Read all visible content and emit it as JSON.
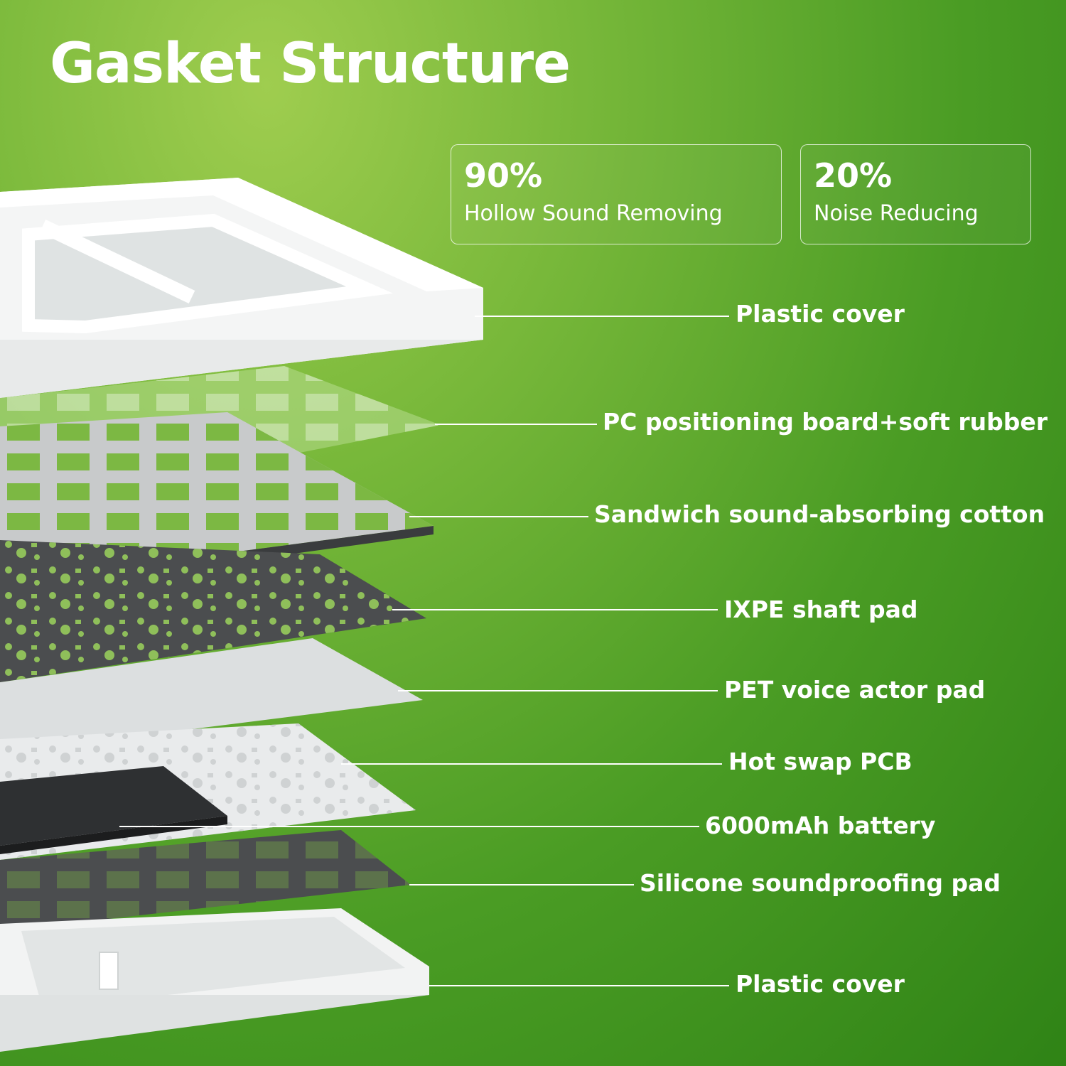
{
  "header": {
    "title": "Gasket Structure"
  },
  "stats": [
    {
      "value": "90%",
      "label": "Hollow Sound Removing"
    },
    {
      "value": "20%",
      "label": "Noise Reducing"
    }
  ],
  "layers": [
    {
      "label": "Plastic cover"
    },
    {
      "label": "PC positioning board+soft rubber"
    },
    {
      "label": "Sandwich sound-absorbing cotton"
    },
    {
      "label": "IXPE shaft pad"
    },
    {
      "label": "PET voice actor pad"
    },
    {
      "label": "Hot swap PCB"
    },
    {
      "label": "6000mAh battery"
    },
    {
      "label": "Silicone soundproofing pad"
    },
    {
      "label": "Plastic cover"
    }
  ],
  "colors": {
    "background": "#4a9c24",
    "text": "#ffffff",
    "plastic": "#f5f6f6",
    "dark_plate": "#4a4c4e",
    "battery": "#333537"
  }
}
